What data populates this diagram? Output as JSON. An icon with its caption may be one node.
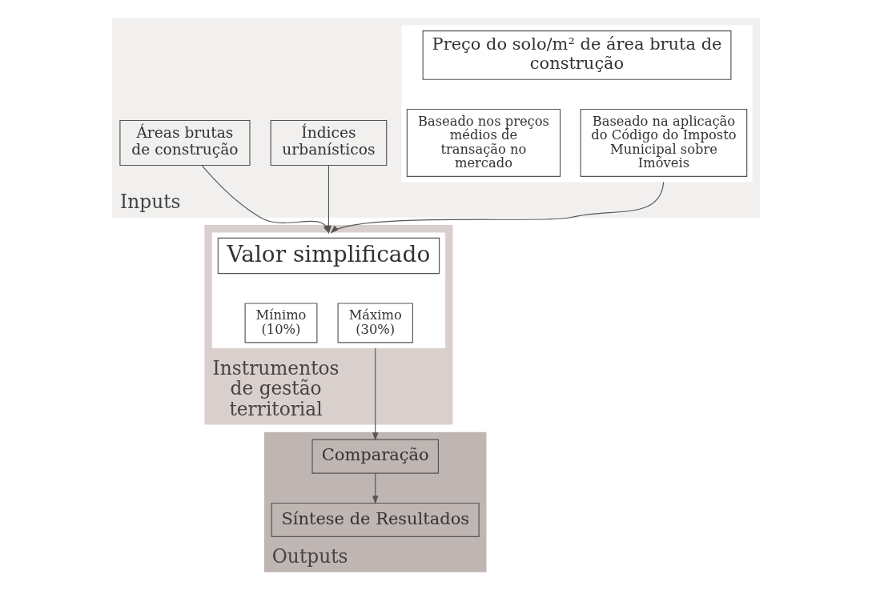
{
  "diagram": {
    "nodes": [
      {
        "text": [
          "Inputs"
        ]
      },
      {
        "text": [
          "Índices urbanísticos"
        ],
        "in": 0
      },
      {
        "text": [
          "Áreas brutas de construção"
        ],
        "in": 0
      },
      {
        "text": [],
        "shape": "box",
        "in": 0
      },
      {
        "text": [
          "Preço do solo/m² de área bruta de construção"
        ],
        "in": 3
      },
      {
        "text": [
          "Baseado nos preços médios de transação no mercado"
        ],
        "in": 3
      },
      {
        "text": [
          "Baseado na aplicação do Código do Imposto Municipal sobre Imóveis"
        ],
        "in": 3
      },
      {
        "text": [
          "Instrumentos de gestão territorial"
        ]
      },
      {
        "text": [],
        "shape": "box",
        "in": 7
      },
      {
        "text": [
          "Valor simplificado"
        ],
        "in": 8
      },
      {
        "text": [
          "Mínimo (10%)"
        ],
        "in": 8
      },
      {
        "text": [
          "Máximo (30%)"
        ],
        "in": 8
      },
      {
        "text": [
          "Outputs"
        ]
      },
      {
        "text": [
          "Comparação"
        ],
        "in": 12
      },
      {
        "text": [
          "Síntese de Resultados"
        ],
        "in": 12
      }
    ],
    "edges": [
      {
        "from": 1,
        "to": 8,
        "arrow": "to"
      },
      {
        "from": 2,
        "to": 8,
        "arrow": "to"
      },
      {
        "from": 3,
        "to": 8,
        "arrow": "to"
      },
      {
        "from": 8,
        "to": 13,
        "arrow": "to"
      },
      {
        "from": 13,
        "to": 14,
        "arrow": "to"
      }
    ]
  }
}
